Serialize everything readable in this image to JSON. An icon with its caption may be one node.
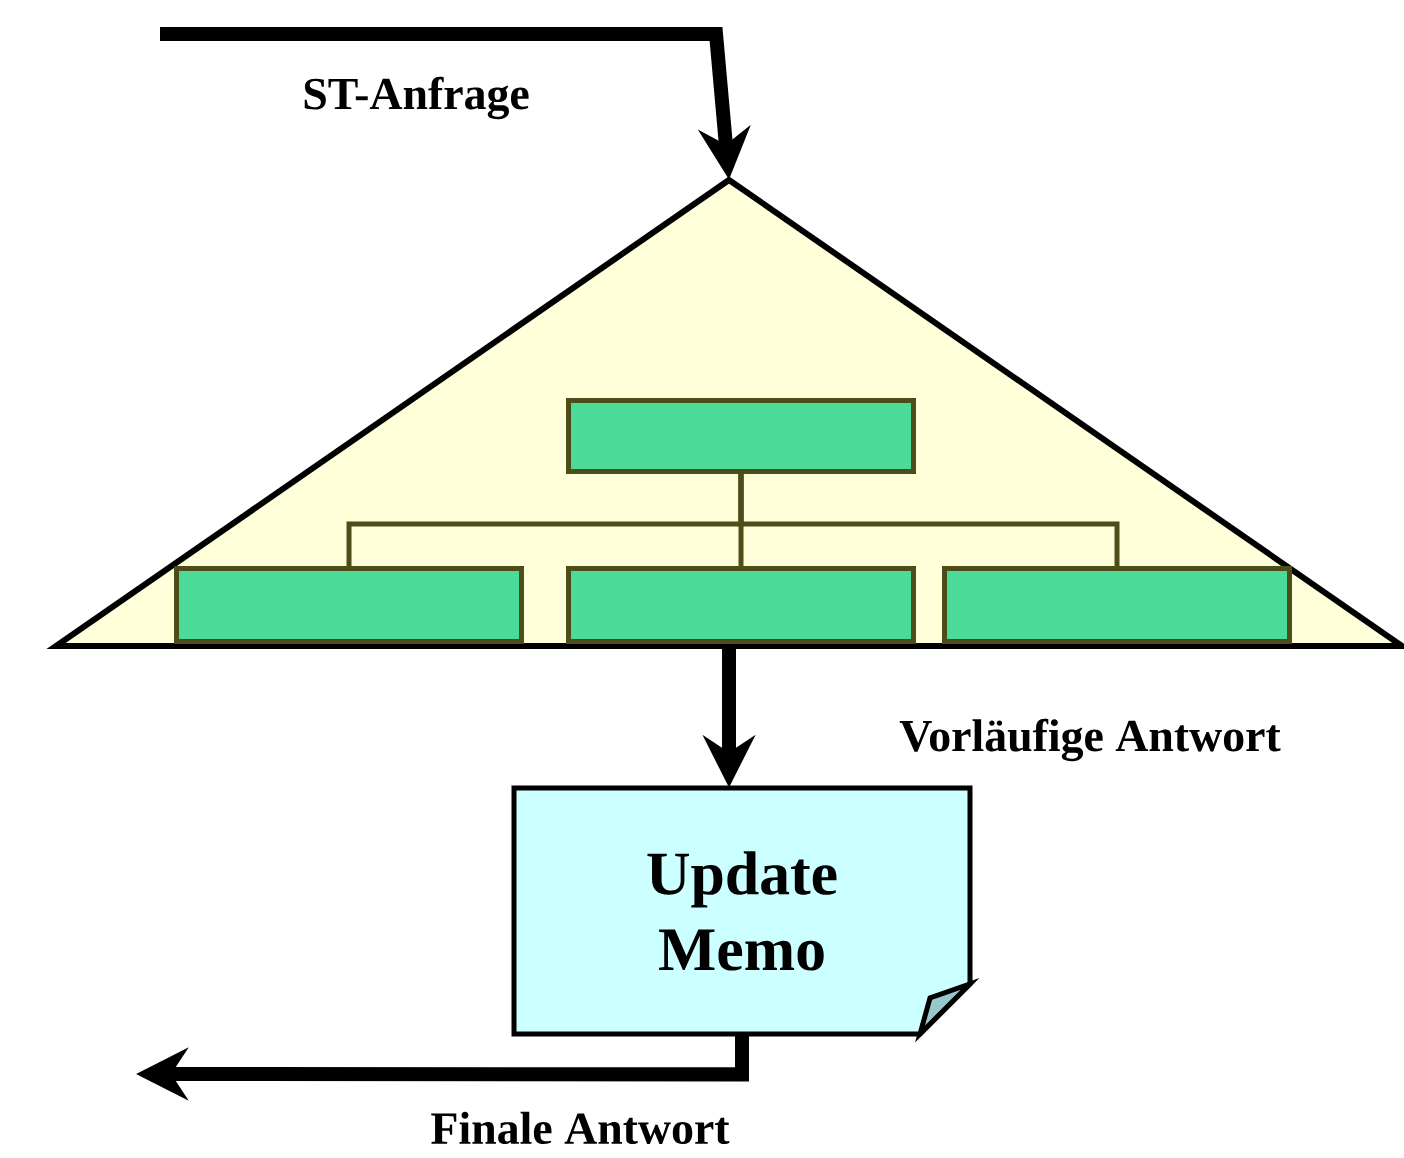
{
  "diagram": {
    "nodes": [
      {
        "text": [],
        "shape": "triangle"
      },
      {
        "text": [],
        "shape": "box",
        "in": 0
      },
      {
        "text": [],
        "shape": "box",
        "in": 0
      },
      {
        "text": [],
        "shape": "box",
        "in": 0
      },
      {
        "text": [],
        "shape": "box",
        "in": 0
      },
      {
        "text": [
          "Update Memo"
        ]
      }
    ],
    "edges": [
      {
        "from": null,
        "to": 0,
        "arrow": "to",
        "label": "ST-Anfrage",
        "style": "thick"
      },
      {
        "from": 0,
        "to": 5,
        "arrow": "to",
        "label": "Vorläufige Antwort",
        "style": "thick"
      },
      {
        "from": 5,
        "to": null,
        "arrow": "to",
        "label": "Finale Antwort",
        "style": "thick"
      },
      {
        "from": 1,
        "to": 2,
        "arrow": "none",
        "color": "#4d4d1a"
      },
      {
        "from": 1,
        "to": 3,
        "arrow": "none",
        "color": "#4d4d1a"
      },
      {
        "from": 1,
        "to": 4,
        "arrow": "none",
        "color": "#4d4d1a"
      }
    ]
  }
}
